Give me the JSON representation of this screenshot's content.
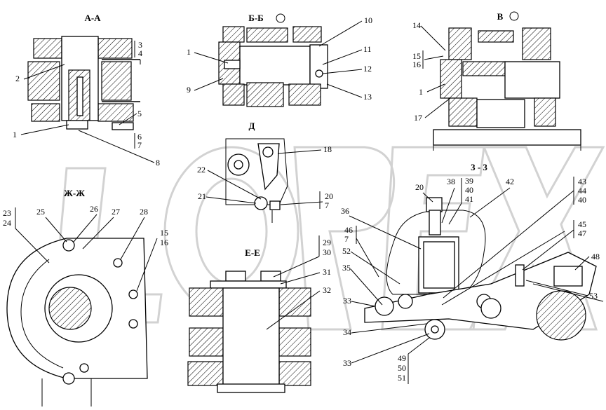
{
  "watermark": "LOREX",
  "sections": {
    "aa": {
      "title": "А-А",
      "labels": [
        "1",
        "2",
        "3",
        "4",
        "5",
        "6",
        "7",
        "8"
      ]
    },
    "bb": {
      "title": "Б-Б",
      "labels": [
        "1",
        "9",
        "10",
        "11",
        "12",
        "13"
      ]
    },
    "vv": {
      "title": "В",
      "labels": [
        "1",
        "14",
        "15",
        "16",
        "17"
      ]
    },
    "d": {
      "title": "Д",
      "labels": [
        "18",
        "20",
        "7",
        "21",
        "22"
      ]
    },
    "zhzh": {
      "title": "Ж-Ж",
      "labels": [
        "23",
        "24",
        "25",
        "26",
        "27",
        "28",
        "15",
        "16"
      ]
    },
    "ee": {
      "title": "Е-Е",
      "labels": [
        "29",
        "30",
        "31",
        "32"
      ]
    },
    "z3": {
      "title": "3 - 3",
      "labels": [
        "20",
        "38",
        "39",
        "40",
        "41",
        "42",
        "43",
        "44",
        "40",
        "36",
        "46",
        "7",
        "52",
        "35",
        "33",
        "34",
        "33",
        "49",
        "50",
        "51",
        "45",
        "47",
        "48",
        "53"
      ]
    }
  }
}
